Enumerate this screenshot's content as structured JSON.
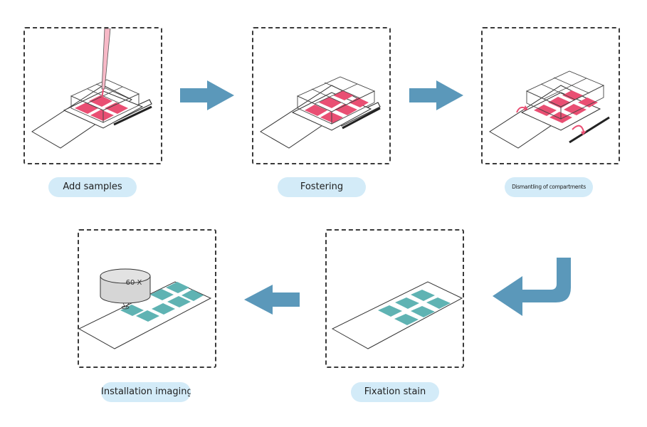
{
  "steps": [
    {
      "label": "Add samples"
    },
    {
      "label": "Fostering"
    },
    {
      "label": "Dismantling of compartments"
    },
    {
      "label": "Installation imaging"
    },
    {
      "label": "Fixation stain"
    }
  ],
  "magnification": "60 X",
  "colors": {
    "arrow": "#5b98ba",
    "label_bg": "#d3ebf8",
    "sample_pink": "#e94f73",
    "stain_teal": "#5fb3b3",
    "border": "#3a3a3a"
  }
}
